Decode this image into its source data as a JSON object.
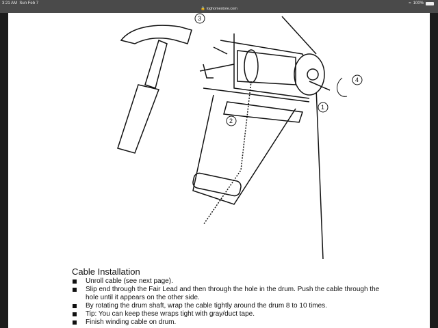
{
  "status_bar": {
    "time": "3:21 AM",
    "date": "Sun Feb 7",
    "url": "loghomestore.com",
    "battery": "100%"
  },
  "illustration": {
    "callouts": [
      "1",
      "2",
      "3",
      "4"
    ]
  },
  "instructions": {
    "heading": "Cable Installation",
    "items": [
      "Unroll cable (see next page).",
      "Slip end through the Fair Lead and then through the hole in the drum.  Push the cable through the hole until it appears on the other side.",
      "By rotating the drum shaft, wrap the cable tightly around the drum 8 to 10 times.",
      "Tip:  You can keep these wraps tight with gray/duct tape.",
      "Finish winding cable on drum."
    ]
  }
}
